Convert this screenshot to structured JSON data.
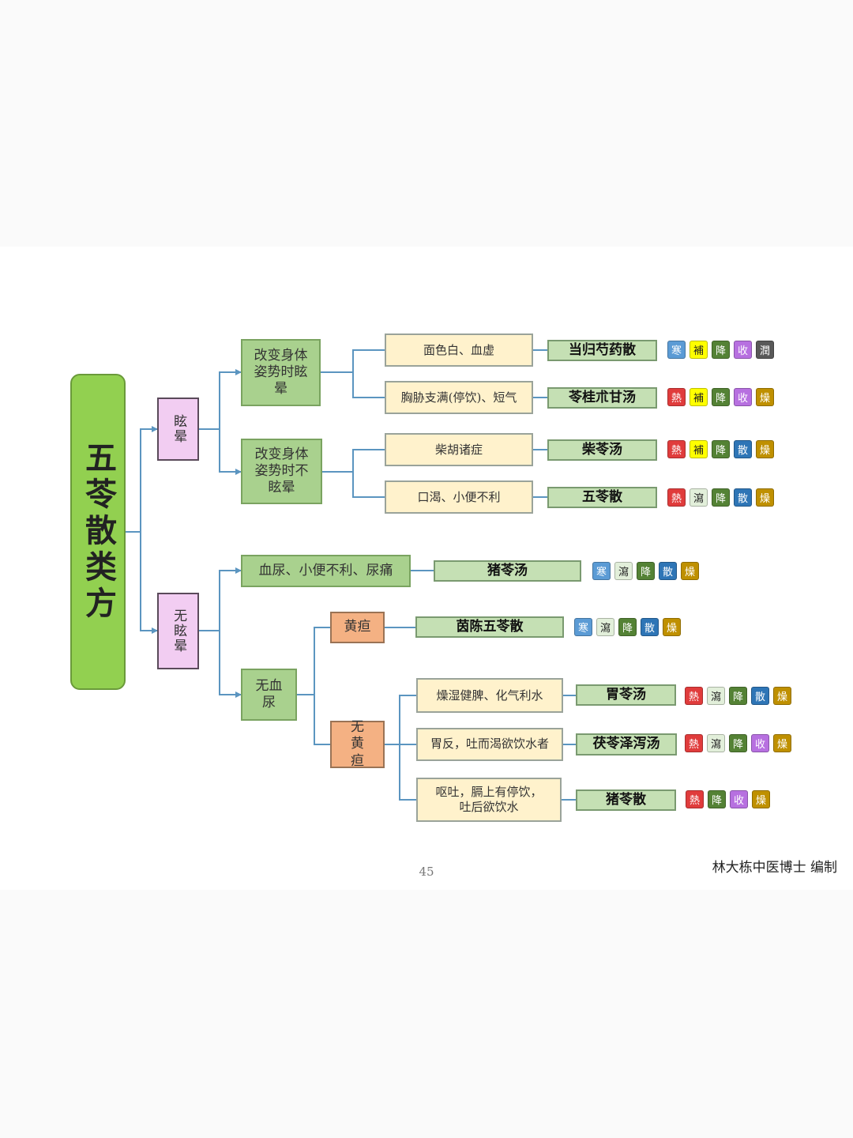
{
  "root": "五苓散类方",
  "branches": {
    "dizzy": "眩晕",
    "no_dizzy": "无眩晕",
    "posture_dizzy": "改变身体姿势时眩晕",
    "posture_no_dizzy": "改变身体姿势时不眩晕",
    "hematuria": "血尿、小便不利、尿痛",
    "no_hematuria": "无血尿",
    "jaundice": "黄疸",
    "no_jaundice": "无黄疸"
  },
  "symptoms": {
    "pale_face": "面色白、血虚",
    "chest_fullness": "胸胁支满(停饮)、短气",
    "chaihu": "柴胡诸症",
    "thirst": "口渴、小便不利",
    "dry_damp": "燥湿健脾、化气利水",
    "stomach_reflux": "胃反，吐而渴欲饮水者",
    "vomit": "呕吐，膈上有停饮，吐后欲饮水"
  },
  "formulas": {
    "danggui": "当归芍药散",
    "linggui": "苓桂朮甘汤",
    "chailing": "柴苓汤",
    "wuling": "五苓散",
    "zhuling_tang": "猪苓汤",
    "yinchen": "茵陈五苓散",
    "weiling": "胃苓汤",
    "fuling_zexie": "茯苓泽泻汤",
    "zhuling_san": "猪苓散"
  },
  "properties": {
    "danggui": [
      "寒",
      "補",
      "降",
      "收",
      "潤"
    ],
    "linggui": [
      "熱",
      "補",
      "降",
      "收",
      "燥"
    ],
    "chailing": [
      "熱",
      "補",
      "降",
      "散",
      "燥"
    ],
    "wuling": [
      "熱",
      "瀉",
      "降",
      "散",
      "燥"
    ],
    "zhuling_tang": [
      "寒",
      "瀉",
      "降",
      "散",
      "燥"
    ],
    "yinchen": [
      "寒",
      "瀉",
      "降",
      "散",
      "燥"
    ],
    "weiling": [
      "熱",
      "瀉",
      "降",
      "散",
      "燥"
    ],
    "fuling_zexie": [
      "熱",
      "瀉",
      "降",
      "收",
      "燥"
    ],
    "zhuling_san": [
      "熱",
      "降",
      "收",
      "燥"
    ]
  },
  "tag_colors": {
    "寒": {
      "bg": "#5b9bd5",
      "fg": "#ffffff"
    },
    "熱": {
      "bg": "#e03c3c",
      "fg": "#ffffff"
    },
    "補": {
      "bg": "#ffff00",
      "fg": "#222222"
    },
    "瀉": {
      "bg": "#e2efda",
      "fg": "#222222"
    },
    "降": {
      "bg": "#548235",
      "fg": "#ffffff"
    },
    "收": {
      "bg": "#b770e0",
      "fg": "#ffffff"
    },
    "散": {
      "bg": "#2e75b6",
      "fg": "#ffffff"
    },
    "燥": {
      "bg": "#bf9000",
      "fg": "#ffffff"
    },
    "潤": {
      "bg": "#595959",
      "fg": "#ffffff"
    }
  },
  "connector_color": "#5b95c0",
  "page_number": "45",
  "author": "林大栋中医博士 编制"
}
